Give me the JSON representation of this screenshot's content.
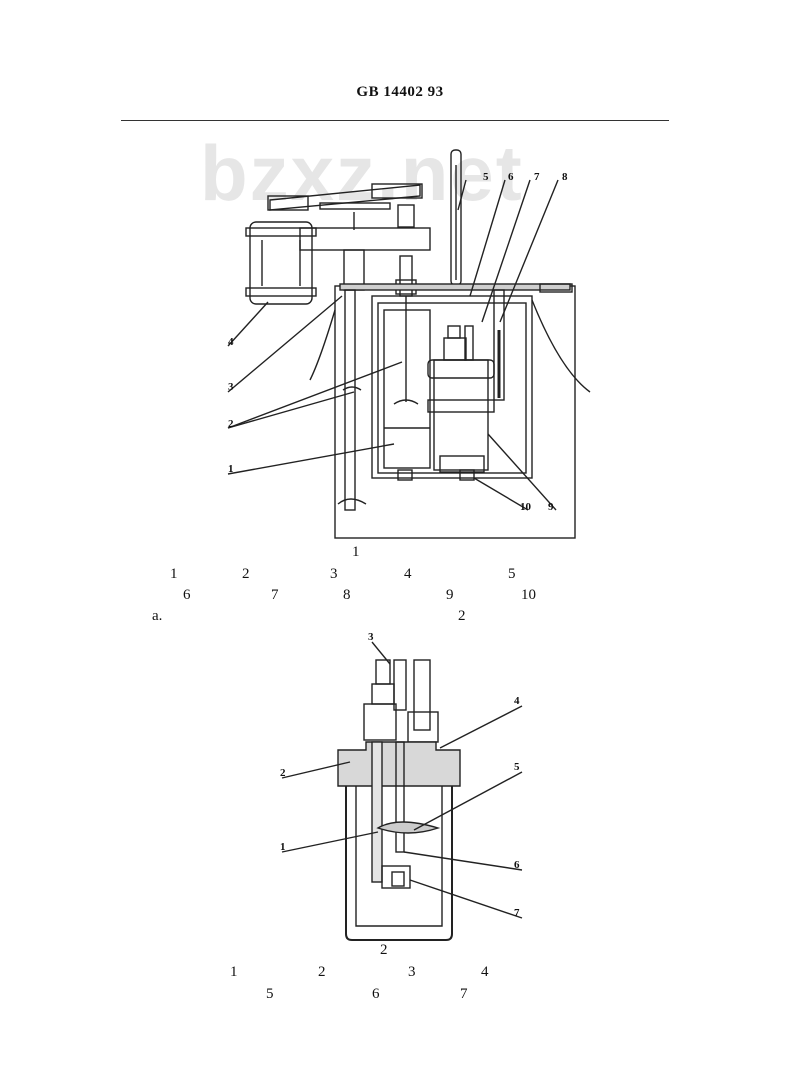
{
  "header": {
    "standard_code": "GB 14402    93"
  },
  "watermark": "bzxz.net",
  "figure1": {
    "number": "1",
    "callouts": [
      "1",
      "2",
      "3",
      "4",
      "5",
      "6",
      "7",
      "8",
      "9",
      "10"
    ],
    "legend_row1": [
      "1",
      "2",
      "3",
      "4",
      "5"
    ],
    "legend_row2": [
      "6",
      "7",
      "8",
      "9",
      "10"
    ],
    "note_prefix": "a.",
    "note_ref": "2"
  },
  "figure2": {
    "number": "2",
    "callouts": [
      "1",
      "2",
      "3",
      "4",
      "5",
      "6",
      "7"
    ],
    "legend_row1": [
      "1",
      "2",
      "3",
      "4"
    ],
    "legend_row2": [
      "5",
      "6",
      "7"
    ]
  }
}
